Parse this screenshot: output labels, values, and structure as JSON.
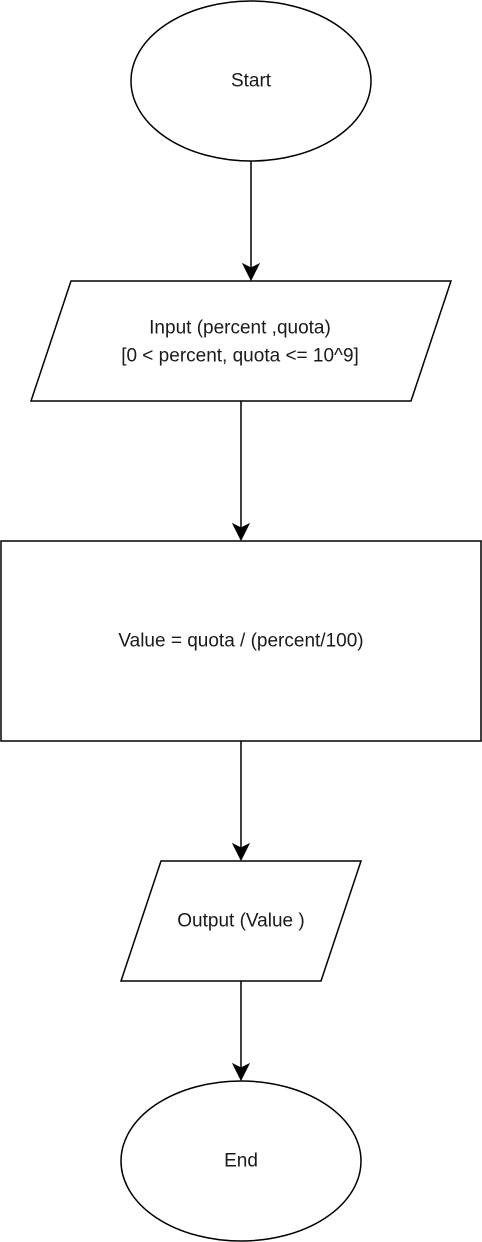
{
  "flowchart": {
    "start": {
      "label": "Start"
    },
    "input": {
      "line1": "Input (percent ,quota)",
      "line2": "[0 < percent, quota <= 10^9]"
    },
    "process": {
      "label": "Value = quota / (percent/100)"
    },
    "output": {
      "label": "Output (Value )"
    },
    "end": {
      "label": "End"
    }
  },
  "colors": {
    "stroke": "#000000",
    "fill": "#ffffff",
    "text": "#1a1a1a"
  }
}
